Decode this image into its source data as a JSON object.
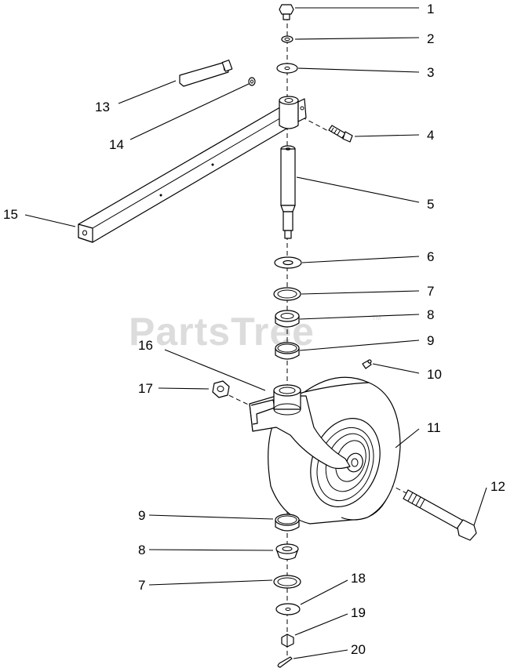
{
  "watermark": {
    "text": "PartsTree",
    "trademark": "TM"
  },
  "callouts": {
    "c1": "1",
    "c2": "2",
    "c3": "3",
    "c4": "4",
    "c5": "5",
    "c6": "6",
    "c7a": "7",
    "c7b": "7",
    "c8a": "8",
    "c8b": "8",
    "c9a": "9",
    "c9b": "9",
    "c10": "10",
    "c11": "11",
    "c12": "12",
    "c13": "13",
    "c14": "14",
    "c15": "15",
    "c16": "16",
    "c17": "17",
    "c18": "18",
    "c19": "19",
    "c20": "20"
  }
}
